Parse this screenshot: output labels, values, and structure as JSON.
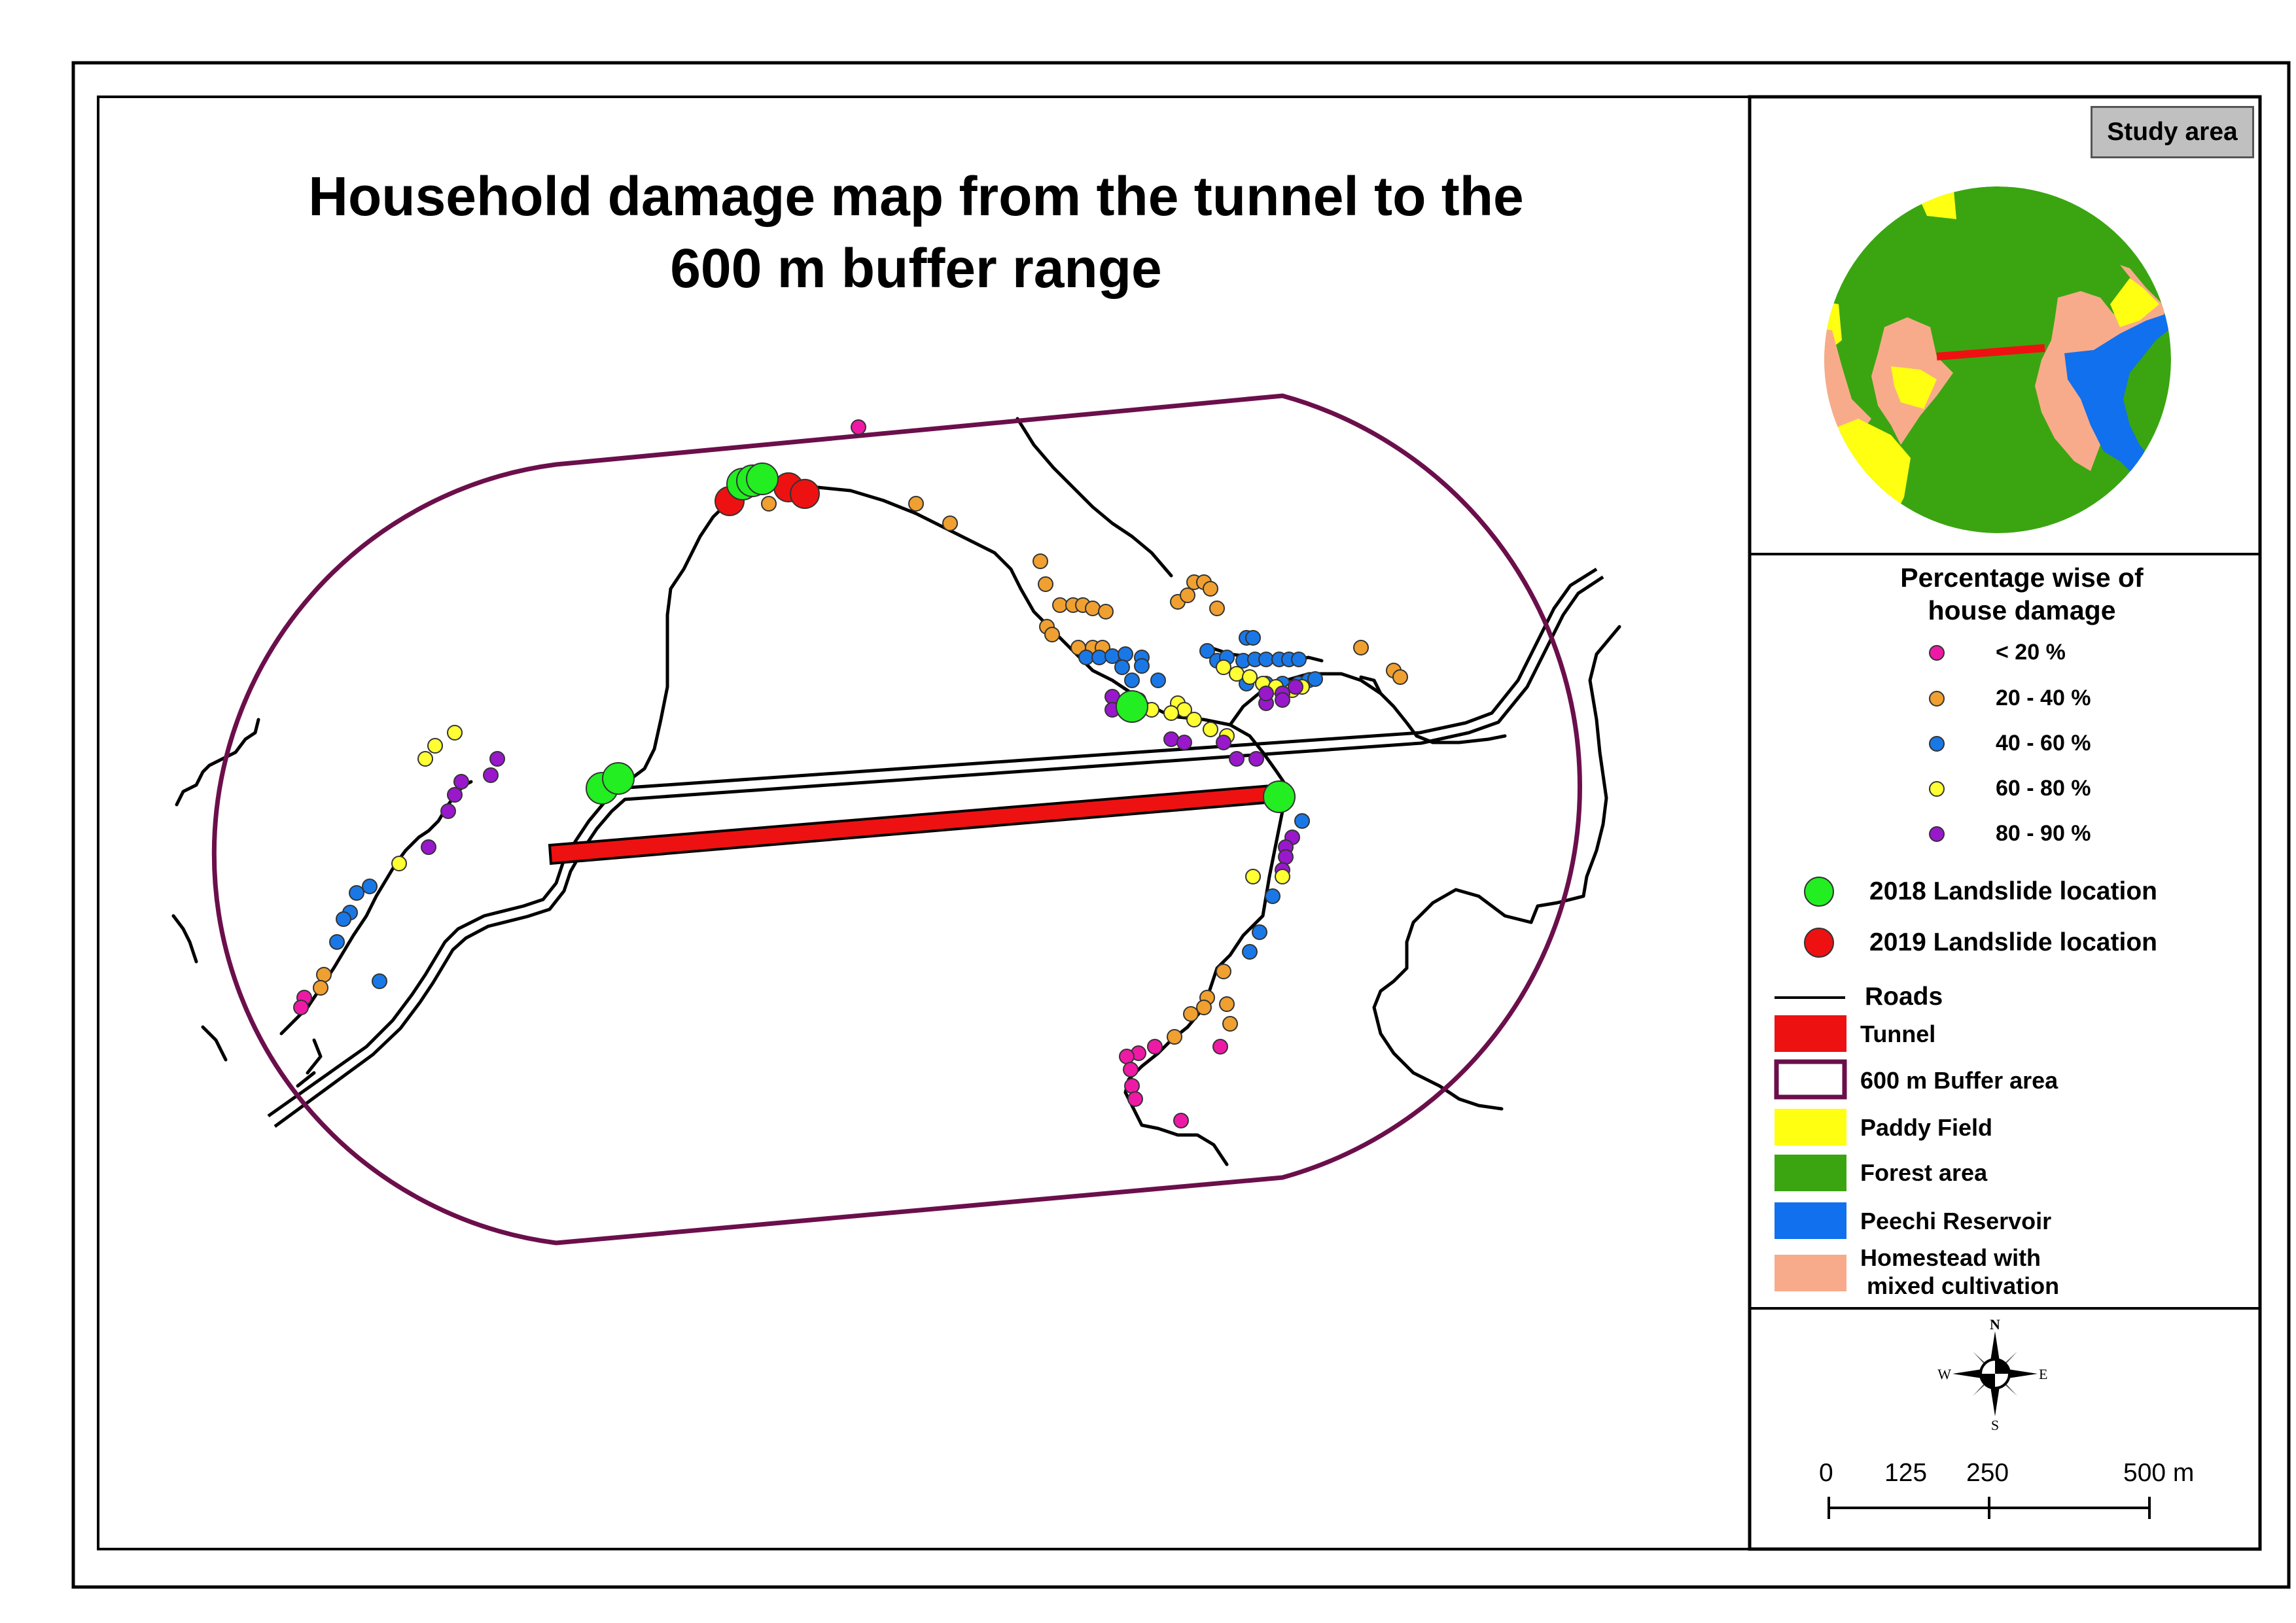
{
  "map": {
    "title_line1": "Household damage map from the tunnel to the",
    "title_line2": "600 m buffer range",
    "inset_label": "Study area",
    "legend_heading_line1": "Percentage wise of",
    "legend_heading_line2": "house damage",
    "damage_classes": [
      {
        "label": "< 20 %",
        "color": "#ee1aa6"
      },
      {
        "label": "20 - 40 %",
        "color": "#f0a030"
      },
      {
        "label": "40 - 60 %",
        "color": "#1a78e6"
      },
      {
        "label": "60 - 80 %",
        "color": "#ffff33"
      },
      {
        "label": "80 - 90 %",
        "color": "#9918cc"
      }
    ],
    "landslides": [
      {
        "label": "2018 Landslide location",
        "color": "#22ee22"
      },
      {
        "label": "2019 Landslide location",
        "color": "#ee1111"
      }
    ],
    "land_use": [
      {
        "label": "Roads",
        "swatch": "line",
        "color": "#000000"
      },
      {
        "label": "Tunnel",
        "swatch": "fill",
        "color": "#ee1111"
      },
      {
        "label": "600 m Buffer area",
        "swatch": "outline",
        "color": "#6b0f4b"
      },
      {
        "label": "Paddy Field",
        "swatch": "fill",
        "color": "#ffff11"
      },
      {
        "label": "Forest area",
        "swatch": "fill",
        "color": "#3aa511"
      },
      {
        "label": "Peechi Reservoir",
        "swatch": "fill",
        "color": "#1070ee"
      },
      {
        "label": "Homestead with",
        "label2": "mixed cultivation",
        "swatch": "fill",
        "color": "#f8ab8a"
      }
    ],
    "compass": {
      "n": "N",
      "s": "S",
      "e": "E",
      "w": "W"
    },
    "scale_bar": {
      "ticks": [
        "0",
        "125",
        "250",
        "500 m"
      ]
    }
  }
}
